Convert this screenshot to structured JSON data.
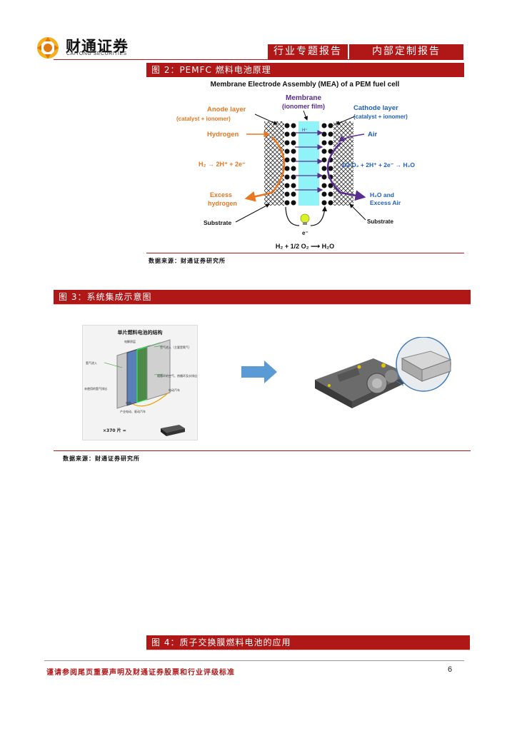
{
  "header": {
    "company_cn": "财通证券",
    "company_en": "CAITONG SECURITIES",
    "tab_industry": "行业专题报告",
    "tab_internal": "内部定制报告",
    "brand_color": "#b01818"
  },
  "figure2": {
    "title": "图 2：PEMFC 燃料电池原理",
    "diagram_title": "Membrane Electrode Assembly (MEA) of a PEM fuel cell",
    "anode_label": "Anode layer",
    "anode_sub": "(catalyst + ionomer)",
    "membrane_label": "Membrane",
    "membrane_sub": "(ionomer film)",
    "cathode_label": "Cathode layer",
    "cathode_sub": "(catalyst + ionomer)",
    "hydrogen": "Hydrogen",
    "air": "Air",
    "anode_reaction": "H₂ → 2H⁺ + 2e⁻",
    "cathode_reaction": "1/2 O₂ + 2H⁺ + 2e⁻ → H₂O",
    "excess_h2_1": "Excess",
    "excess_h2_2": "hydrogen",
    "h2o_1": "H₂O and",
    "h2o_2": "Excess Air",
    "substrate_left": "Substrate",
    "substrate_right": "Substrate",
    "electron": "e⁻",
    "h_plus": "H⁺",
    "overall": "H₂ + 1/2 O₂ ⟶ H₂O",
    "source": "数据来源：财通证券研究所"
  },
  "figure3": {
    "title": "图 3：系统集成示意图",
    "panel_title": "单片燃料电池的结构",
    "panel_multiplier": "×370 片 =",
    "labels": [
      "电解质层",
      "空气进入（主要是氧气）",
      "氢气进入",
      "随循环的空气、热循环及水排出",
      "未使用的氢气排出",
      "电动汽车",
      "产业电动、驱动汽车",
      "电极"
    ],
    "source": "数据来源：财通证券研究所"
  },
  "figure4": {
    "title": "图 4：质子交换膜燃料电池的应用"
  },
  "footer": {
    "disclaimer": "谨请参阅尾页重要声明及财通证券股票和行业评级标准",
    "page_number": "6"
  }
}
